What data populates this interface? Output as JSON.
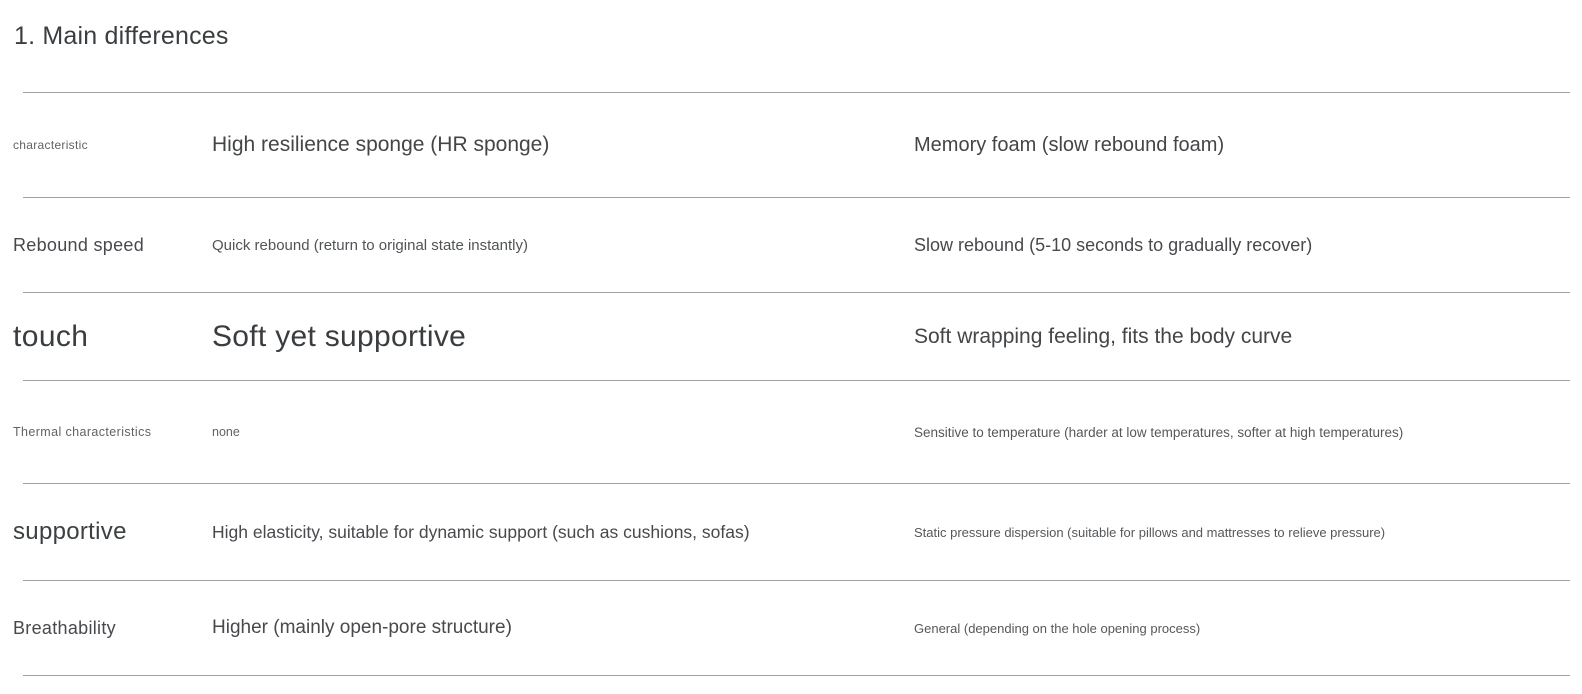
{
  "page": {
    "title": "1. Main differences"
  },
  "table": {
    "rows": [
      {
        "label": "characteristic",
        "hr": "High resilience sponge (HR sponge)",
        "memory": "Memory foam (slow rebound foam)"
      },
      {
        "label": "Rebound speed",
        "hr": "Quick rebound (return to original state instantly)",
        "memory": "Slow rebound (5-10 seconds to gradually recover)"
      },
      {
        "label": "touch",
        "hr": "Soft yet supportive",
        "memory": "Soft wrapping feeling, fits the body curve"
      },
      {
        "label": "Thermal characteristics",
        "hr": "none",
        "memory": "Sensitive to temperature (harder at low temperatures, softer at high temperatures)"
      },
      {
        "label": "supportive",
        "hr": "High elasticity, suitable for dynamic support (such as cushions, sofas)",
        "memory": "Static pressure dispersion (suitable for pillows and mattresses to relieve pressure)"
      },
      {
        "label": "Breathability",
        "hr": "Higher (mainly open-pore structure)",
        "memory": "General (depending on the hole opening process)"
      }
    ]
  },
  "colors": {
    "background": "#ffffff",
    "text_dark": "#3a3d3f",
    "text_medium": "#47494c",
    "text_light": "#5f6368",
    "rule": "#9ea1a3"
  }
}
